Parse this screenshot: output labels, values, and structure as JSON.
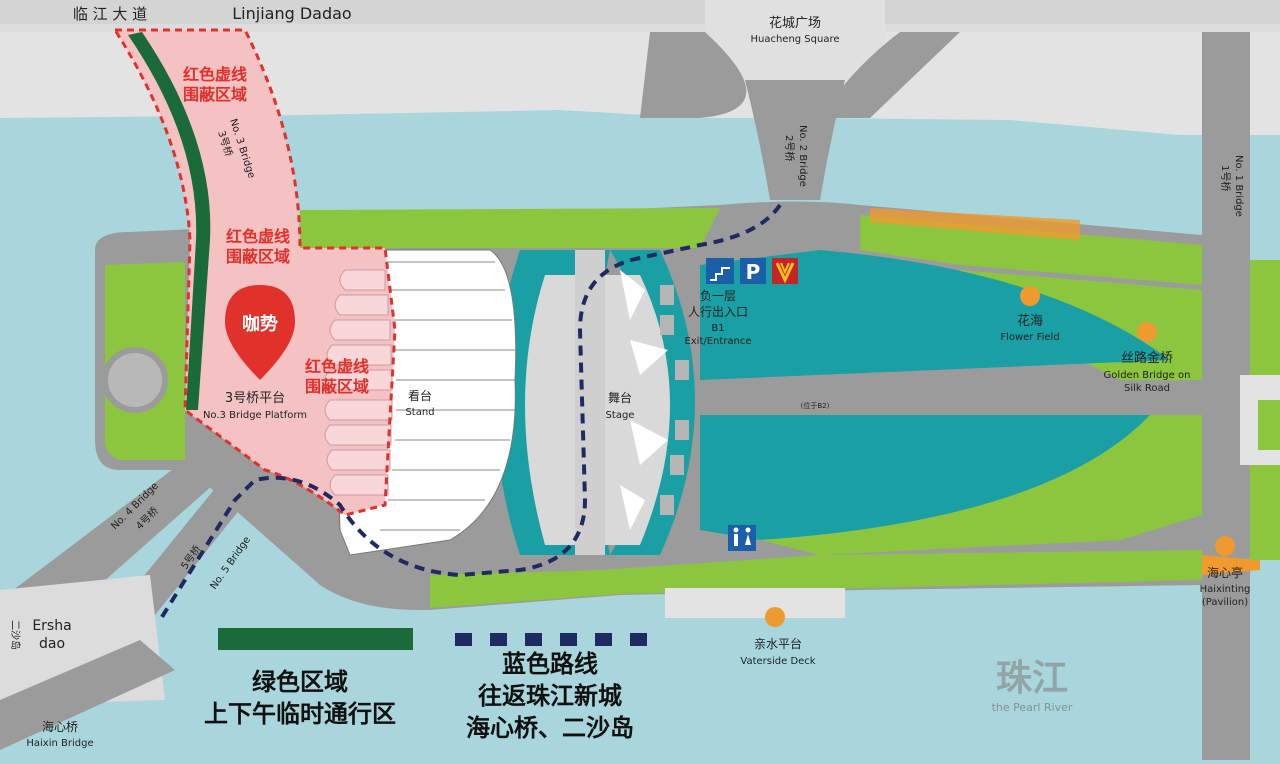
{
  "roads": {
    "linjiang_cn": "临 江 大 道",
    "linjiang_en": "Linjiang Dadao"
  },
  "places": {
    "huacheng_cn": "花城广场",
    "huacheng_en": "Huacheng Square",
    "bridge2_en": "No. 2 Bridge",
    "bridge2_cn": "2号桥",
    "bridge1_en": "No. 1 Bridge",
    "bridge1_cn": "1号桥",
    "bridge3_en": "No. 3 Bridge",
    "bridge3_cn": "3号桥",
    "bridge4_en": "No. 4 Bridge",
    "bridge4_cn": "4号桥",
    "bridge5_en": "No. 5 Bridge",
    "bridge5_cn": "5号桥",
    "platform_cn": "3号桥平台",
    "platform_en": "No.3 Bridge Platform",
    "stand_cn": "看台",
    "stand_en": "Stand",
    "stage_cn": "舞台",
    "stage_en": "Stage",
    "exit_cn1": "负一层",
    "exit_cn2": "人行出入口",
    "exit_b1": "B1",
    "exit_en": "Exit/Entrance",
    "flower_cn": "花海",
    "flower_en": "Flower Field",
    "golden_cn": "丝路金桥",
    "golden_en1": "Golden Bridge on",
    "golden_en2": "Silk Road",
    "corridor_note": "(位于B2)",
    "haixinting_cn": "海心亭",
    "haixinting_en1": "Haixinting",
    "haixinting_en2": "(Pavilion)",
    "waterside_cn": "亲水平台",
    "waterside_en": "Vaterside Deck",
    "river_cn": "珠江",
    "river_en": "the Pearl River",
    "ersha_en1": "Ersha",
    "ersha_en2": "dao",
    "ersha_cn": "二沙岛",
    "haixin_bridge_cn": "海心桥",
    "haixin_bridge_en": "Haixin Bridge"
  },
  "zones": {
    "red_line1": "红色虚线",
    "red_line2": "围蔽区域"
  },
  "logo_text": "咖势",
  "icons": {
    "stairs": "stairs-icon",
    "parking": "parking-icon",
    "metro": "metro-icon",
    "restroom": "restroom-icon",
    "pin": "location-pin-icon"
  },
  "legend": {
    "green_line1": "绿色区域",
    "green_line2": "上下午临时通行区",
    "blue_line1": "蓝色路线",
    "blue_line2": "往返珠江新城",
    "blue_line3": "海心桥、二沙岛"
  },
  "colors": {
    "water": "#a9d6dc",
    "road": "#9b9b9b",
    "green": "#8cc63f",
    "teal": "#1a9fa5",
    "red_zone": "#f5c2c4",
    "red_dash": "#e0312b",
    "green_zone": "#1b6b3a",
    "blue_route": "#1f2a63",
    "orange": "#ee9a2f"
  }
}
